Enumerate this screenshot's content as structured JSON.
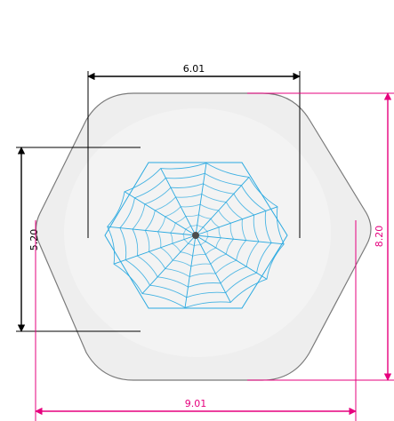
{
  "colors": {
    "black_dim": "#000000",
    "magenta_dim": "#e6007e",
    "outer_fill": "#eeeeee",
    "outer_stroke": "#7a7a7a",
    "web_blue": "#2aa9e0",
    "web_dark": "#4d4d4d"
  },
  "dimensions": {
    "top_width": "6.01",
    "left_height": "5.20",
    "right_height": "8.20",
    "bottom_width": "9.01"
  }
}
